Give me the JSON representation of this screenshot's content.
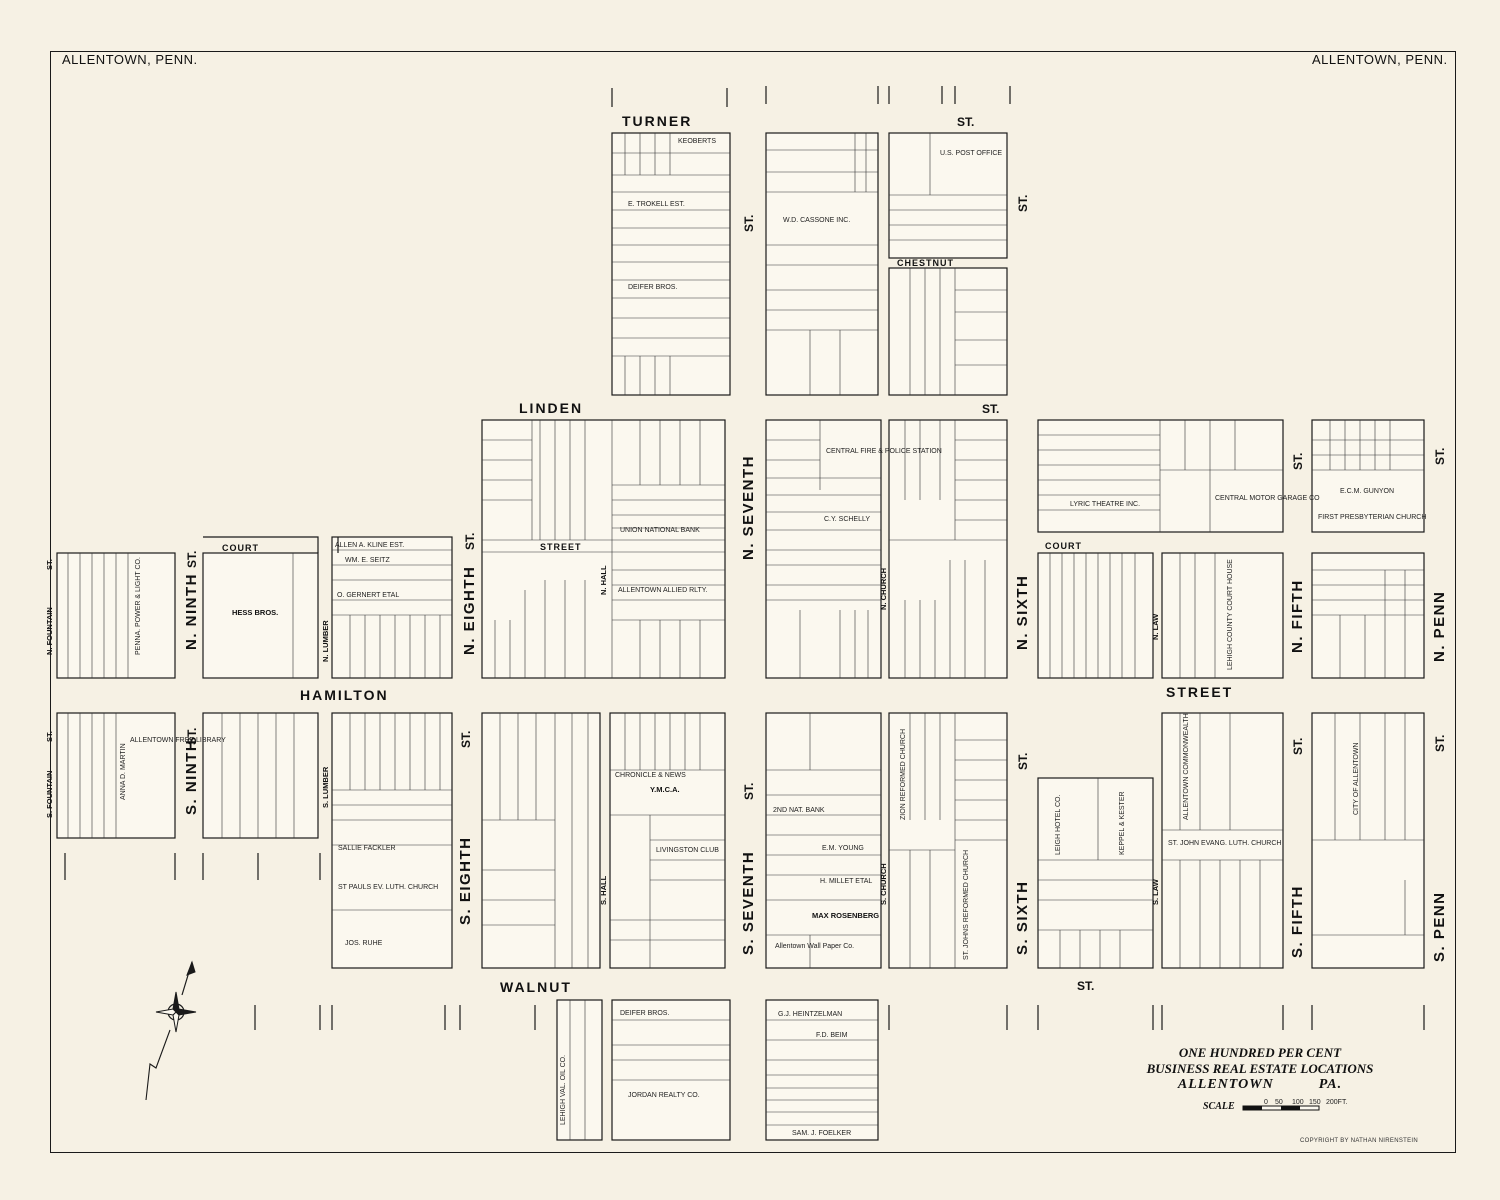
{
  "header": {
    "left_title": "ALLENTOWN, PENN.",
    "right_title": "ALLENTOWN, PENN."
  },
  "streets": {
    "turner": "TURNER",
    "linden": "LINDEN",
    "hamilton": "HAMILTON",
    "walnut": "WALNUT",
    "chestnut": "CHESTNUT",
    "court_west": "COURT",
    "court_east": "COURT",
    "street_center": "STREET",
    "street_east": "STREET",
    "st": "ST.",
    "n_ninth": "N. NINTH",
    "s_ninth": "S. NINTH",
    "n_eighth": "N. EIGHTH",
    "s_eighth": "S. EIGHTH",
    "n_seventh": "N. SEVENTH",
    "s_seventh": "S. SEVENTH",
    "n_sixth": "N. SIXTH",
    "s_sixth": "S. SIXTH",
    "n_fifth": "N. FIFTH",
    "s_fifth": "S. FIFTH",
    "n_penn": "N. PENN",
    "s_penn": "S. PENN",
    "n_fountain": "N. FOUNTAIN",
    "s_fountain": "S. FOUNTAIN",
    "n_lumber": "N. LUMBER",
    "s_lumber": "S. LUMBER",
    "n_hall": "N. HALL",
    "s_hall": "S. HALL",
    "n_church": "N. CHURCH",
    "s_church": "S. CHURCH",
    "n_law": "N. LAW",
    "s_law": "S. LAW"
  },
  "labels": {
    "post_office": "U.S. POST OFFICE",
    "cassone": "W.D. CASSONE INC.",
    "central_fire": "CENTRAL FIRE & POLICE STATION",
    "union_bank": "UNION NATIONAL BANK",
    "allentown_allied": "ALLENTOWN ALLIED RLTY.",
    "hess_bros": "HESS BROS.",
    "penna_power": "PENNA. POWER & LIGHT CO.",
    "lehigh_court_house": "LEHIGH COUNTY COURT HOUSE",
    "first_presbyterian": "FIRST PRESBYTERIAN CHURCH",
    "lyric_theatre": "LYRIC THEATRE INC.",
    "central_motor": "CENTRAL MOTOR GARAGE CO",
    "ymca": "Y.M.C.A.",
    "livingston_club": "LIVINGSTON CLUB",
    "st_pauls": "ST PAULS EV. LUTH. CHURCH",
    "zion_reformed": "ZION REFORMED CHURCH",
    "st_johns_ev": "ST. JOHN EVANG. LUTH. CHURCH",
    "st_johns_reformed": "ST. JOHNS REFORMED CHURCH",
    "allentown_library": "ALLENTOWN FREE LIBRARY",
    "max_rosenberg": "MAX ROSENBERG",
    "jordan_realty": "JORDAN REALTY CO.",
    "deifer_bros": "DEIFER BROS.",
    "city_of_allentown": "CITY OF ALLENTOWN",
    "allentown_wall_paper": "Allentown Wall Paper Co.",
    "leigh_hotel": "LEIGH HOTEL CO.",
    "keppel_kester": "KEPPEL & KESTER",
    "allentown_commonwealth": "ALLENTOWN COMMONWEALTH",
    "hamilton_lehigh": "LEHIGH VAL. OIL CO.",
    "jos_ruhe": "JOS. RUHE",
    "sallie_fackler": "SALLIE FACKLER",
    "anna_martin": "ANNA D. MARTIN",
    "chronicle_news": "CHRONICLE & NEWS",
    "second_nat_bank": "2ND NAT. BANK",
    "e_m_young": "E.M. YOUNG",
    "h_millet": "H. MILLET ETAL",
    "cy_schelly": "C.Y. SCHELLY",
    "e_m_gunyon": "E.C.M. GUNYON",
    "keoberts": "KEOBERTS",
    "e_trokell": "E. TROKELL EST.",
    "allen_kline": "ALLEN A. KLINE EST.",
    "o_gernert": "O. GERNERT ETAL",
    "wm_e_seitz": "WM. E. SEITZ",
    "g_j_heintzelman": "G.J. HEINTZELMAN",
    "fd_beim": "F.D. BEIM",
    "sj_foelker": "SAM. J. FOELKER"
  },
  "title": {
    "line1": "ONE HUNDRED PER CENT",
    "line2": "BUSINESS REAL ESTATE LOCATIONS",
    "line3": "ALLENTOWN          PA."
  },
  "scale": {
    "label": "SCALE",
    "ticks": [
      "0",
      "50",
      "100",
      "150",
      "200FT."
    ]
  },
  "copyright": "COPYRIGHT BY NATHAN NIRENSTEIN",
  "compass": {
    "icon": "compass-rose-icon"
  }
}
